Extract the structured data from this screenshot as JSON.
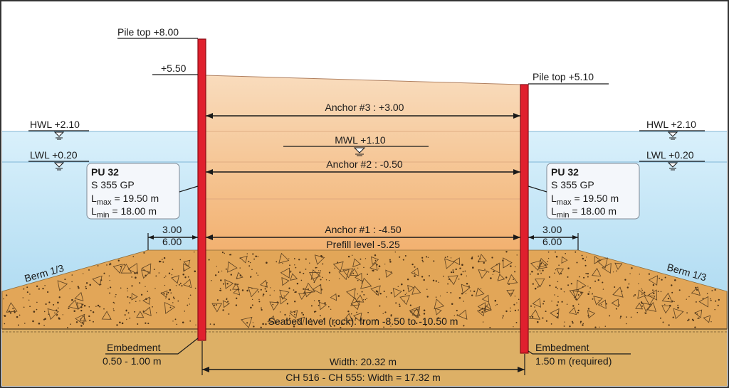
{
  "left_pile": {
    "top_label": "Pile top +8.00",
    "fill_label": "+5.50",
    "hwl": "HWL +2.10",
    "lwl": "LWL +0.20",
    "profile_name": "PU 32",
    "steel_grade": "S 355 GP",
    "lmax_prefix": "L",
    "lmax_sub": "max",
    "lmax_value": " = 19.50 m",
    "lmin_prefix": "L",
    "lmin_sub": "min",
    "lmin_value": "  = 18.00 m",
    "berm_top": "3.00",
    "berm_bottom": "6.00",
    "berm_slope": "Berm 1/3",
    "embedment_label": "Embedment",
    "embedment_value": "0.50 - 1.00 m"
  },
  "right_pile": {
    "top_label": "Pile top +5.10",
    "hwl": "HWL +2.10",
    "lwl": "LWL +0.20",
    "profile_name": "PU 32",
    "steel_grade": "S 355 GP",
    "lmax_prefix": "L",
    "lmax_sub": "max",
    "lmax_value": " = 19.50 m",
    "lmin_prefix": "L",
    "lmin_sub": "min",
    "lmin_value": "  = 18.00 m",
    "berm_top": "3.00",
    "berm_bottom": "6.00",
    "berm_slope": "Berm 1/3",
    "embedment_label": "Embedment",
    "embedment_value": "1.50 m (required)"
  },
  "center": {
    "anchor3": "Anchor #3 : +3.00",
    "mwl": "MWL +1.10",
    "anchor2": "Anchor #2 : -0.50",
    "anchor1": "Anchor #1 : -4.50",
    "prefill": "Prefill level -5.25",
    "seabed": "Seabed level (rock): from -8.50 to -10.50 m",
    "width": "Width:  20.32 m",
    "width_ch": "CH 516 - CH 555: Width = 17.32 m"
  },
  "colors": {
    "water": "#bfe3f6",
    "fill_top": "#f7d2ad",
    "fill_bottom": "#f3b67c",
    "prefill": "#e5a85a",
    "rock": "#dcae62",
    "pile": "#e0202e"
  }
}
